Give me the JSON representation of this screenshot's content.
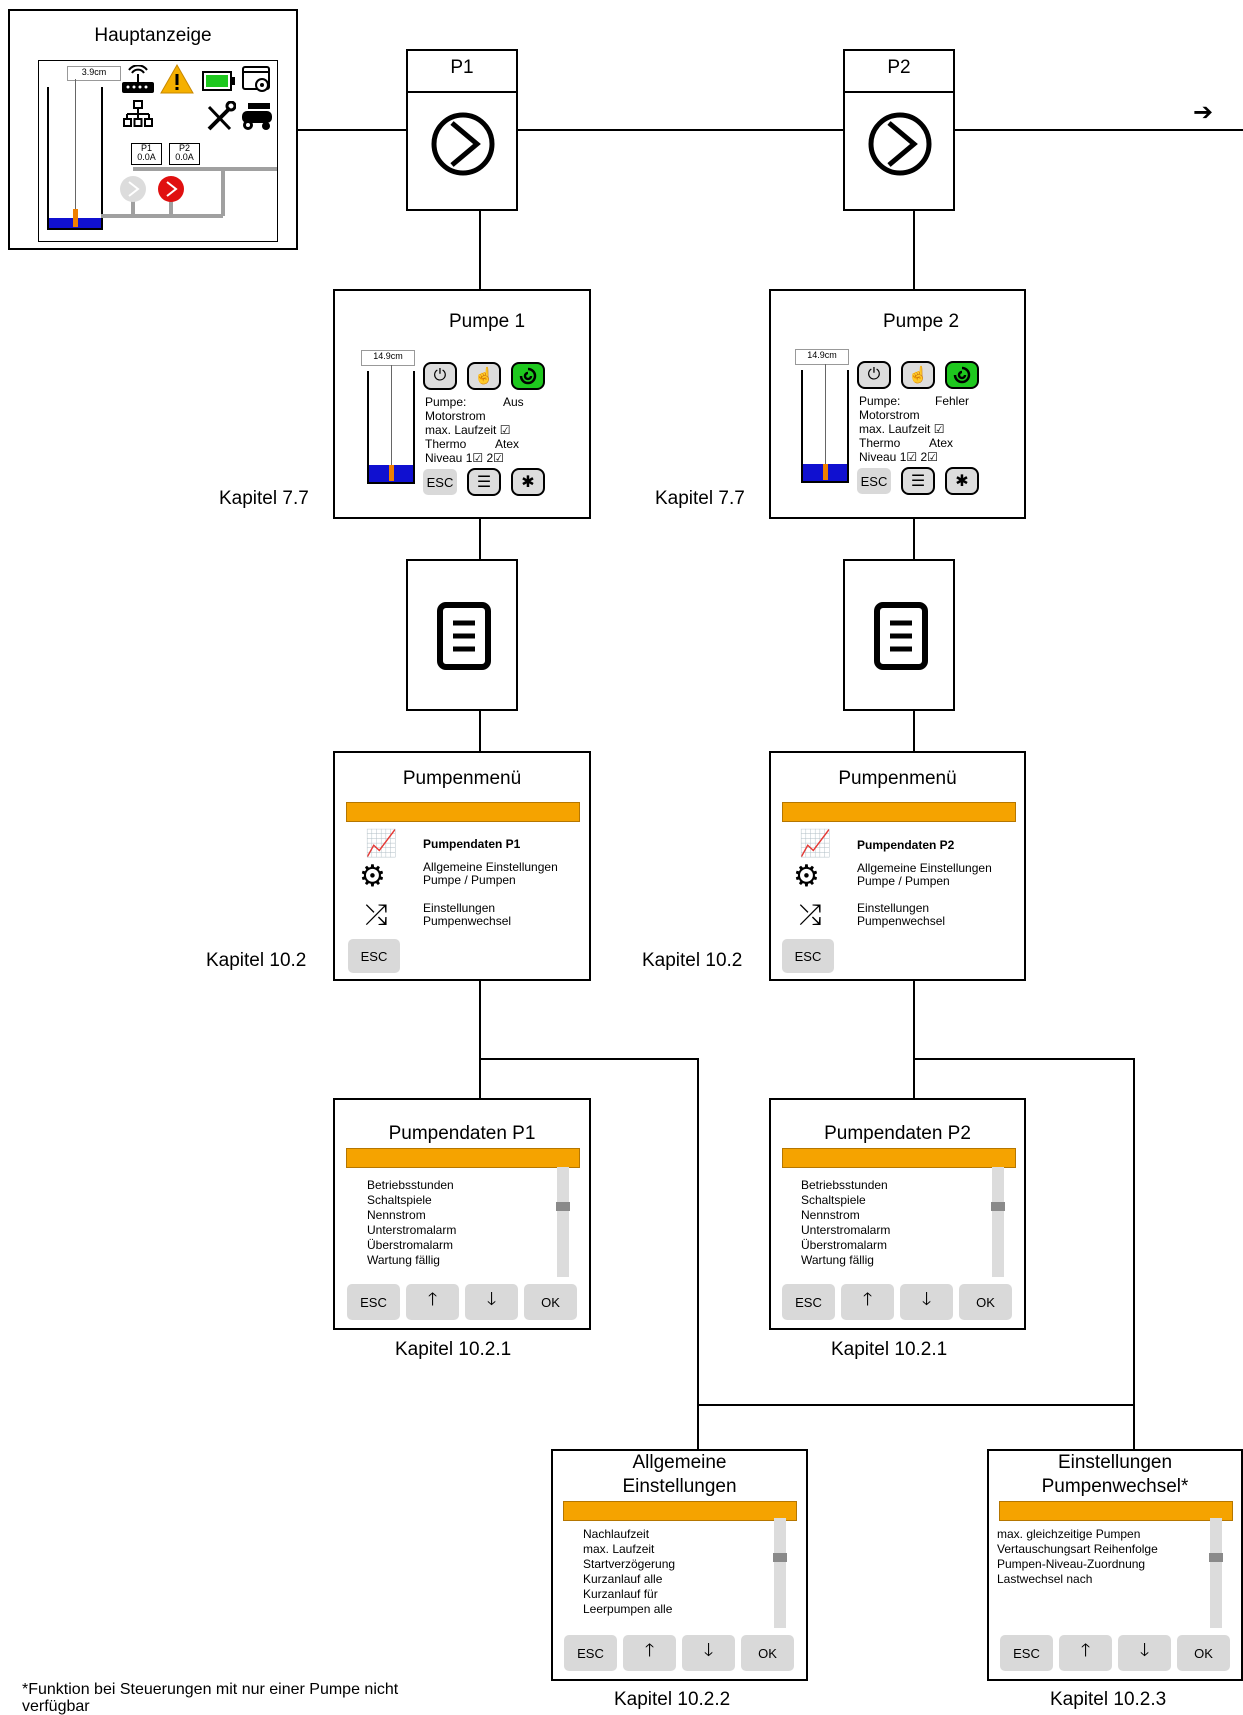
{
  "main": {
    "title": "Hauptanzeige",
    "level": "3.9cm",
    "p1_label": "P1",
    "p1_current": "0.0A",
    "p2_label": "P2",
    "p2_current": "0.0A"
  },
  "pump_nodes": [
    {
      "label": "P1"
    },
    {
      "label": "P2"
    }
  ],
  "pump_screens": [
    {
      "title": "Pumpe 1",
      "level": "14.9cm",
      "status_label": "Pumpe:",
      "status_value": "Aus",
      "motor": "Motorstrom",
      "laufzeit": "max. Laufzeit ☑",
      "thermo": "Thermo",
      "atex": "Atex",
      "niveau": "Niveau 1☑ 2☑",
      "esc": "ESC",
      "chapter": "Kapitel 7.7"
    },
    {
      "title": "Pumpe 2",
      "level": "14.9cm",
      "status_label": "Pumpe:",
      "status_value": "Fehler",
      "motor": "Motorstrom",
      "laufzeit": "max. Laufzeit ☑",
      "thermo": "Thermo",
      "atex": "Atex",
      "niveau": "Niveau 1☑ 2☑",
      "esc": "ESC",
      "chapter": "Kapitel 7.7"
    }
  ],
  "pump_menus": [
    {
      "title": "Pumpenmenü",
      "item1": "Pumpendaten P1",
      "item2a": "Allgemeine Einstellungen",
      "item2b": "Pumpe / Pumpen",
      "item3a": "Einstellungen",
      "item3b": "Pumpenwechsel",
      "esc": "ESC",
      "chapter": "Kapitel 10.2"
    },
    {
      "title": "Pumpenmenü",
      "item1": "Pumpendaten P2",
      "item2a": "Allgemeine Einstellungen",
      "item2b": "Pumpe / Pumpen",
      "item3a": "Einstellungen",
      "item3b": "Pumpenwechsel",
      "esc": "ESC",
      "chapter": "Kapitel 10.2"
    }
  ],
  "pump_data": [
    {
      "title": "Pumpendaten P1",
      "items": [
        "Betriebsstunden",
        "Schaltspiele",
        "Nennstrom",
        "Unterstromalarm",
        "Überstromalarm",
        "Wartung fällig"
      ],
      "chapter": "Kapitel 10.2.1"
    },
    {
      "title": "Pumpendaten P2",
      "items": [
        "Betriebsstunden",
        "Schaltspiele",
        "Nennstrom",
        "Unterstromalarm",
        "Überstromalarm",
        "Wartung fällig"
      ],
      "chapter": "Kapitel 10.2.1"
    }
  ],
  "general": {
    "title1": "Allgemeine",
    "title2": "Einstellungen",
    "items": [
      "Nachlaufzeit",
      "max. Laufzeit",
      "Startverzögerung",
      "Kurzanlauf alle",
      "Kurzanlauf für",
      "Leerpumpen alle"
    ],
    "chapter": "Kapitel 10.2.2"
  },
  "switching": {
    "title1": "Einstellungen",
    "title2": "Pumpenwechsel*",
    "items": [
      "max. gleichzeitige Pumpen",
      "Vertauschungsart Reihenfolge",
      "Pumpen-Niveau-Zuordnung",
      "Lastwechsel nach"
    ],
    "chapter": "Kapitel 10.2.3"
  },
  "buttons": {
    "esc": "ESC",
    "ok": "OK",
    "up": "🡑",
    "down": "🡓"
  },
  "footnote": "*Funktion bei Steuerungen mit nur einer Pumpe nicht verfügbar",
  "arrow": "➔",
  "colors": {
    "accent_bar": "#f5a300",
    "water": "#1010d0",
    "float": "#f08000",
    "ok_green": "#1ec81e",
    "pump_red": "#e01010"
  }
}
